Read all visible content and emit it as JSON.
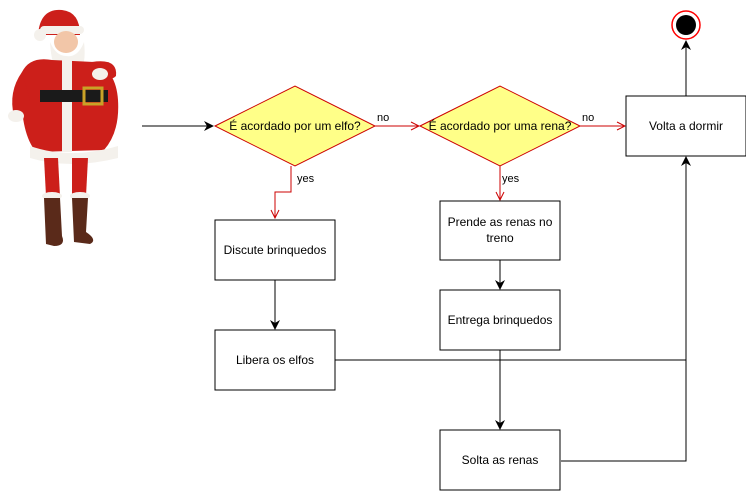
{
  "diagram": {
    "start_figure": "santa-claus-illustration",
    "decision_elf": "É acordado por um elfo?",
    "decision_reindeer": "É acordado por uma rena?",
    "action_sleep": "Volta a dormir",
    "action_discuss": "Discute brinquedos",
    "action_release_elves": "Libera os elfos",
    "action_harness_line1": "Prende as renas no",
    "action_harness_line2": "treno",
    "action_deliver": "Entrega brinquedos",
    "action_release_reindeer": "Solta as renas",
    "label_no_1": "no",
    "label_no_2": "no",
    "label_yes_1": "yes",
    "label_yes_2": "yes"
  },
  "colors": {
    "decision_fill": "#ffff88",
    "decision_stroke": "#cc0000",
    "end_ring": "#ff0000",
    "santa_red": "#cc1f1a",
    "santa_white": "#f4f1ec"
  }
}
